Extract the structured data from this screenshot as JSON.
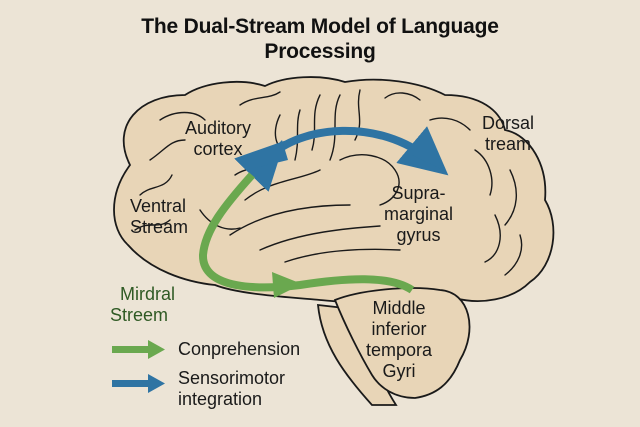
{
  "title": {
    "line1": "The Dual-Stream Model of Language",
    "line2": "Processing"
  },
  "colors": {
    "background": "#ece4d6",
    "brain_fill": "#e8d5b7",
    "outline": "#1a1a1a",
    "ventral_stream": "#6aa84f",
    "dorsal_stream": "#2f74a3",
    "green_label": "#2f5a24"
  },
  "labels": {
    "auditory_cortex": [
      "Auditory",
      "cortex"
    ],
    "dorsal_stream": [
      "Dorsal",
      "tream"
    ],
    "supramarginal_gyrus": [
      "Supra-",
      "marginal",
      "gyrus"
    ],
    "ventral_stream": [
      "Ventral",
      "Stream"
    ],
    "mirdral_stream": [
      "Mirdral",
      "Streem"
    ],
    "middle_inferior_temporal_gyri": [
      "Middle",
      "inferior",
      "tempora",
      "Gyri"
    ]
  },
  "arrows": [
    {
      "name": "dorsal-stream-arrow",
      "color_key": "dorsal_stream",
      "direction": "bidirectional",
      "from": "Auditory cortex",
      "to": "Supramarginal gyrus"
    },
    {
      "name": "ventral-stream-arrow",
      "color_key": "ventral_stream",
      "direction": "forward",
      "from": "Auditory cortex",
      "to": "Middle inferior temporal gyri"
    }
  ],
  "legend": [
    {
      "label_lines": [
        "Conprehension"
      ],
      "color": "#6aa84f"
    },
    {
      "label_lines": [
        "Sensorimotor",
        "integration"
      ],
      "color": "#2f74a3"
    }
  ]
}
